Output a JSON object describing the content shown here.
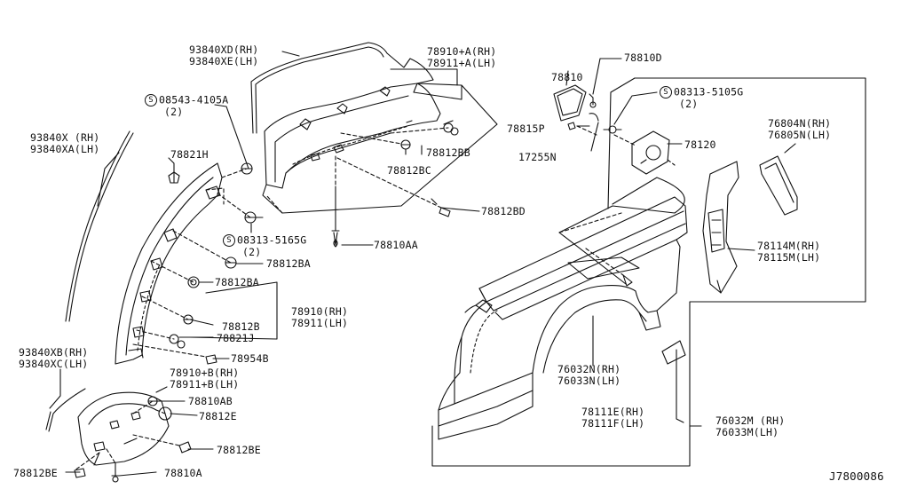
{
  "diagram_id": "J7800086",
  "labels": {
    "l93840xd": "93840XD(RH)",
    "l93840xe": "93840XE(LH)",
    "l78910a": "78910+A(RH)",
    "l78911a": "78911+A(LH)",
    "l08543_code": "08543-4105A",
    "l08543_qty": "(2)",
    "l93840x": "93840X (RH)",
    "l93840xa": "93840XA(LH)",
    "l78821h": "78821H",
    "l78812bb": "78812BB",
    "l78812bc": "78812BC",
    "l78812bd": "78812BD",
    "l08313a_code": "08313-5165G",
    "l08313a_qty": "(2)",
    "l78810aa": "78810AA",
    "l78812ba_1": "78812BA",
    "l78812ba_2": "78812BA",
    "l78812b": "78812B",
    "l78821j": "78821J",
    "l78910": "78910(RH)",
    "l78911": "78911(LH)",
    "l78954b": "78954B",
    "l93840xb": "93840XB(RH)",
    "l93840xc": "93840XC(LH)",
    "l78910b": "78910+B(RH)",
    "l78911b": "78911+B(LH)",
    "l78810ab": "78810AB",
    "l78812e": "78812E",
    "l78812be_1": "78812BE",
    "l78812be_2": "78812BE",
    "l78810a": "78810A",
    "l78810": "78810",
    "l78810d": "78810D",
    "l08313b_code": "08313-5105G",
    "l08313b_qty": "(2)",
    "l78815p": "78815P",
    "l17255n": "17255N",
    "l78120": "78120",
    "l76804n": "76804N(RH)",
    "l76805n": "76805N(LH)",
    "l78114m": "78114M(RH)",
    "l78115m": "78115M(LH)",
    "l76032n": "76032N(RH)",
    "l76033n": "76033N(LH)",
    "l78111e": "78111E(RH)",
    "l78111f": "78111F(LH)",
    "l76032m": "76032M (RH)",
    "l76033m": "76033M(LH)",
    "circled_s": "S"
  }
}
